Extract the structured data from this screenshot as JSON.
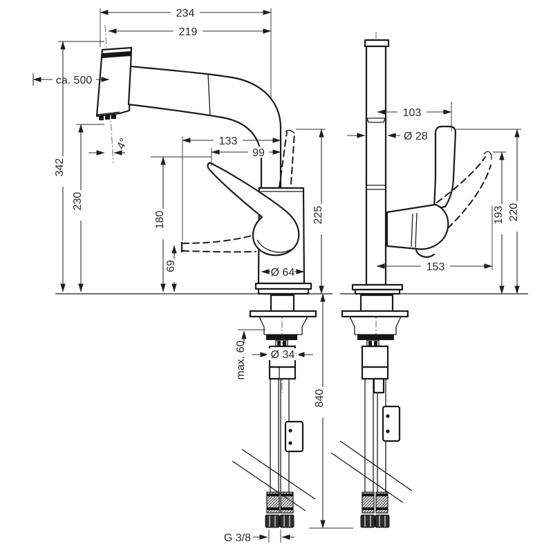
{
  "drawing": {
    "kind": "faucet installation dimension drawing",
    "views": {
      "front": {
        "dims": {
          "spout_reach_overall": "234",
          "spout_reach": "219",
          "pullout_hose": "ca. 500",
          "spray_angle": "4°",
          "height_overall": "342",
          "outlet_height": "230",
          "handle_reach_down": "133",
          "handle_reach": "99",
          "handle_tip_height": "180",
          "handle_down_height": "69",
          "body_height_above_counter": "225",
          "body_diameter": "Ø 64",
          "max_counter_thickness": "max. 60",
          "shank_diameter": "Ø 34",
          "hose_length": "840",
          "thread": "G 3/8"
        }
      },
      "side": {
        "dims": {
          "handle_offset": "103",
          "column_diameter": "Ø 28",
          "handle_rear_height": "193",
          "handle_top_height": "220",
          "handle_rear_reach": "153"
        }
      }
    }
  }
}
